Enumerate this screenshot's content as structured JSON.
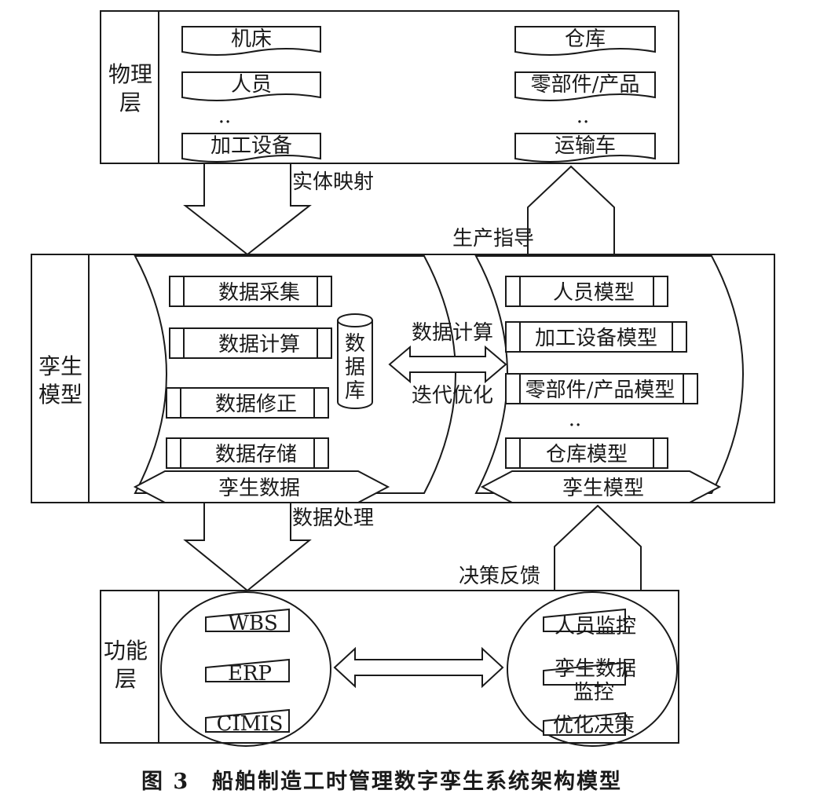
{
  "physical": {
    "title_line1": "物理",
    "title_line2": "层",
    "left_items": [
      "机床",
      "人员",
      "加工设备"
    ],
    "right_items": [
      "仓库",
      "零部件/产品",
      "运输车"
    ],
    "ellipsis": ".."
  },
  "arrows": {
    "entity_mapping": "实体映射",
    "production_guidance": "生产指导",
    "data_processing": "数据处理",
    "decision_feedback": "决策反馈"
  },
  "twin": {
    "title_line1": "孪生",
    "title_line2": "模型",
    "data_items": [
      "数据采集",
      "数据计算",
      "数据修正",
      "数据存储"
    ],
    "database": [
      "数",
      "据",
      "库"
    ],
    "data_banner": "孪生数据",
    "middle_top": "数据计算",
    "middle_bottom": "迭代优化",
    "model_items": [
      "人员模型",
      "加工设备模型",
      "零部件/产品模型",
      "仓库模型"
    ],
    "model_ellipsis": "..",
    "model_banner": "孪生模型"
  },
  "function": {
    "title_line1": "功能",
    "title_line2": "层",
    "left_items": [
      "WBS",
      "ERP",
      "CIMIS"
    ],
    "right_items": [
      "人员监控",
      "孪生数据",
      "监控",
      "优化决策"
    ]
  },
  "caption": {
    "figure": "图 3",
    "title": "船舶制造工时管理数字孪生系统架构模型"
  }
}
